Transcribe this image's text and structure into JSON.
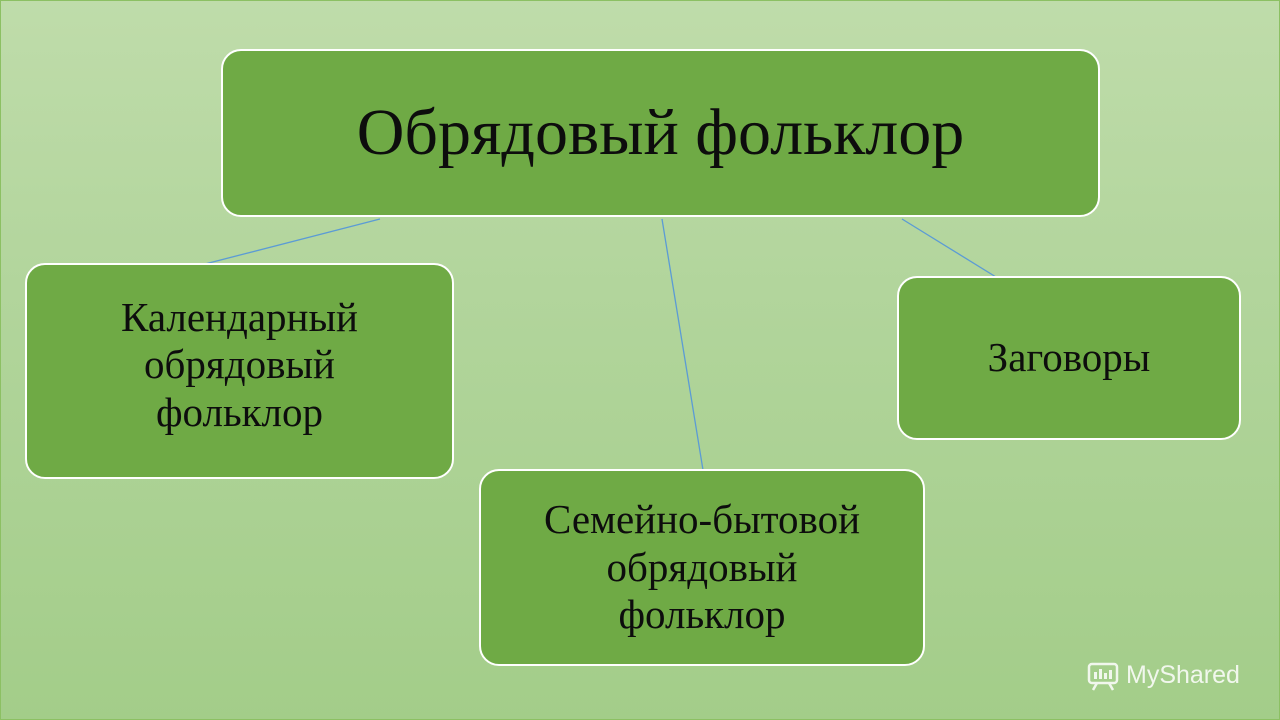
{
  "diagram": {
    "root": {
      "label": "Обрядовый фольклор"
    },
    "children": [
      {
        "id": "calendar",
        "label": "Календарный\nобрядовый\nфольклор"
      },
      {
        "id": "family",
        "label": "Семейно-бытовой\nобрядовый\nфольклор"
      },
      {
        "id": "spells",
        "label": "Заговоры"
      }
    ]
  },
  "colors": {
    "background": "#b2d59c",
    "box_fill": "#6faa45",
    "box_border": "#ffffff",
    "connector": "#5b9bd5",
    "text": "#0d0d0d"
  },
  "watermark": {
    "text": "MyShared",
    "icon": "myshared-logo-icon"
  }
}
